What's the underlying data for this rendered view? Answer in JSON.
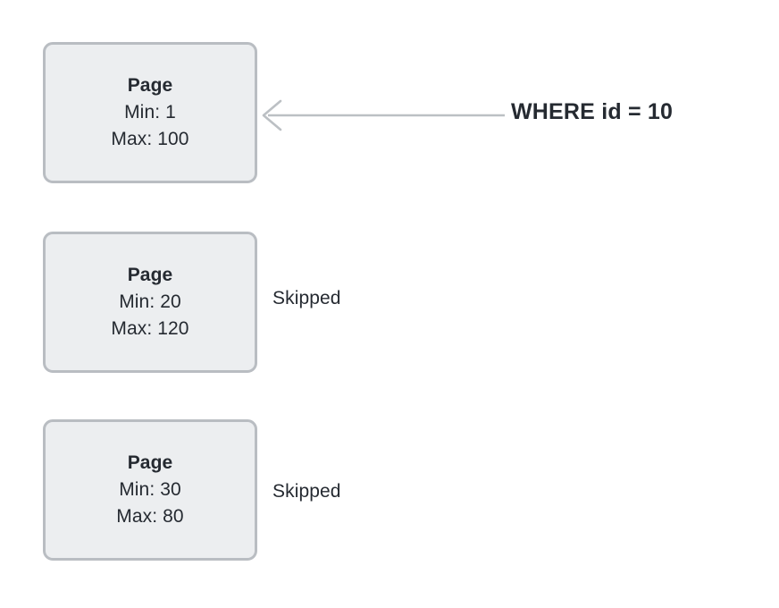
{
  "diagram": {
    "type": "page-range-pruning",
    "background_color": "#ffffff",
    "box_fill_color": "#eceef0",
    "box_border_color": "#b9bdc2",
    "text_color": "#252a31",
    "arrow_color": "#bcc0c4",
    "pages": [
      {
        "title": "Page",
        "min_label": "Min: 1",
        "max_label": "Max: 100",
        "annotation": "",
        "status": "scanned"
      },
      {
        "title": "Page",
        "min_label": "Min: 20",
        "max_label": "Max: 120",
        "annotation": "Skipped",
        "status": "skipped"
      },
      {
        "title": "Page",
        "min_label": "Min: 30",
        "max_label": "Max: 80",
        "annotation": "Skipped",
        "status": "skipped"
      }
    ],
    "query": {
      "label": "WHERE id = 10",
      "arrow_direction": "left",
      "arrow_target": "page-box-1"
    }
  }
}
